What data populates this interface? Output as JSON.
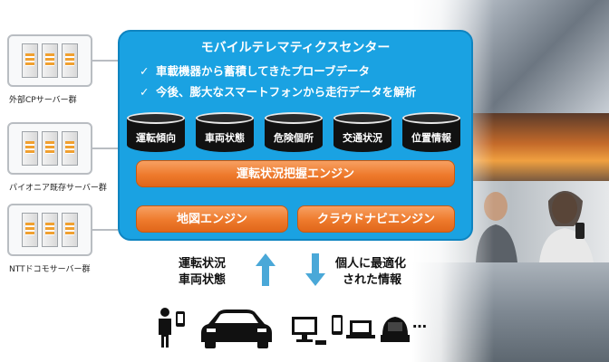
{
  "center": {
    "title": "モバイルテレマティクスセンター",
    "bullets": [
      "車載機器から蓄積してきたプローブデータ",
      "今後、膨大なスマートフォンから走行データを解析"
    ],
    "check_mark": "✓",
    "databases": [
      "運転傾向",
      "車両状態",
      "危険個所",
      "交通状況",
      "位置情報"
    ],
    "engine_main": "運転状況把握エンジン",
    "engine_map": "地図エンジン",
    "engine_cloud": "クラウドナビエンジン"
  },
  "servers": [
    {
      "label": "外部CPサーバー群"
    },
    {
      "label": "パイオニア既存サーバー群"
    },
    {
      "label": "NTTドコモサーバー群"
    }
  ],
  "flows": {
    "up_caption_line1": "運転状況",
    "up_caption_line2": "車両状態",
    "down_caption_line1": "個人に最適化",
    "down_caption_line2": "された情報"
  },
  "devices": {
    "ellipsis": "…",
    "icons": [
      "person-with-phone-icon",
      "car-icon",
      "monitor-icon",
      "tablet-icon",
      "laptop-icon",
      "car-navigation-icon"
    ]
  },
  "colors": {
    "panel_blue": "#1aa2e2",
    "engine_orange": "#ee7a2c",
    "arrow_blue": "#4aa8d8",
    "database_black": "#111111"
  }
}
